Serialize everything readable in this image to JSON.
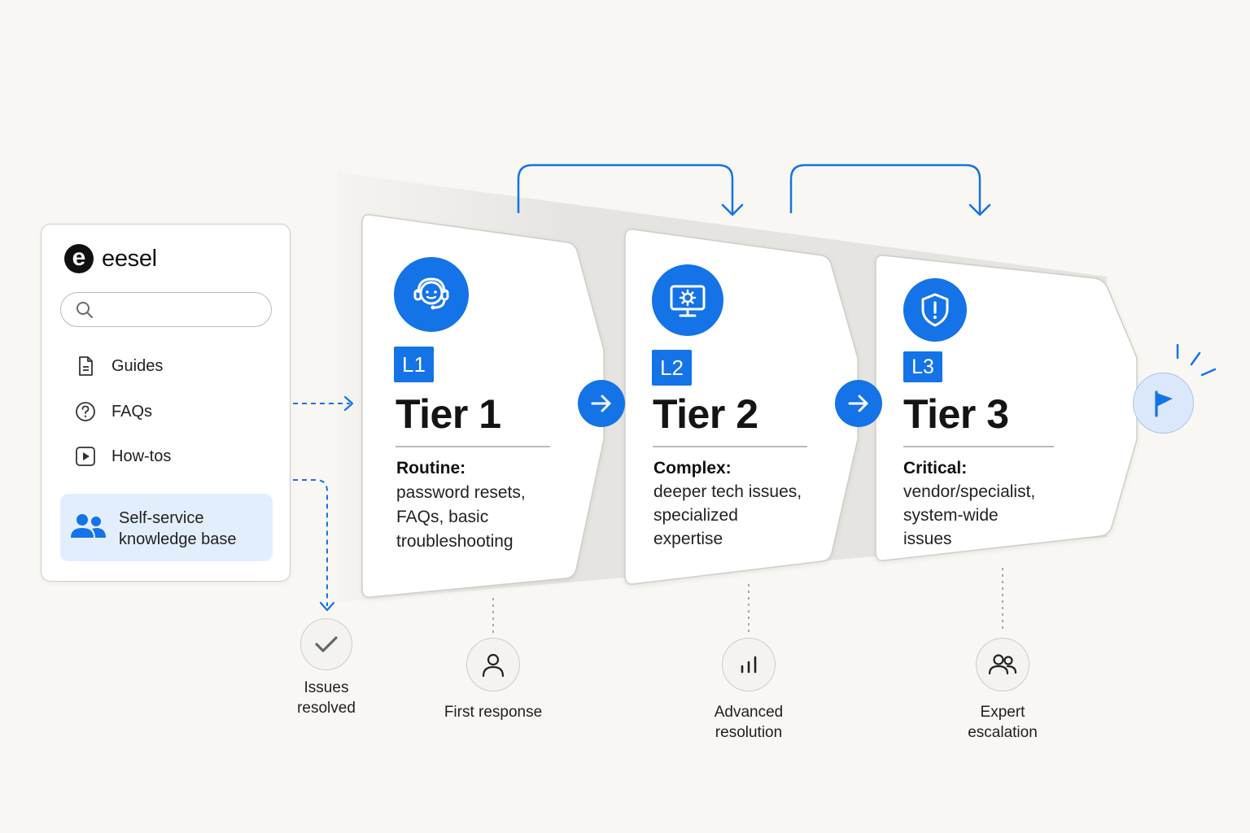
{
  "brand": {
    "name": "eesel",
    "mark": "e"
  },
  "sidebar": {
    "search": {
      "placeholder": ""
    },
    "items": [
      {
        "label": "Guides",
        "icon": "document-icon"
      },
      {
        "label": "FAQs",
        "icon": "question-icon"
      },
      {
        "label": "How-tos",
        "icon": "play-icon"
      }
    ],
    "knowledge_base": {
      "line1": "Self-service",
      "line2": "knowledge base",
      "icon": "users-icon"
    }
  },
  "tiers": [
    {
      "badge": "L1",
      "title": "Tier 1",
      "heading": "Routine:",
      "lines": [
        "password resets,",
        "FAQs, basic",
        "troubleshooting"
      ],
      "icon": "headset-icon"
    },
    {
      "badge": "L2",
      "title": "Tier 2",
      "heading": "Complex:",
      "lines": [
        "deeper tech issues,",
        "specialized",
        "expertise"
      ],
      "icon": "monitor-gear-icon"
    },
    {
      "badge": "L3",
      "title": "Tier 3",
      "heading": "Critical:",
      "lines": [
        "vendor/specialist,",
        "system-wide",
        "issues"
      ],
      "icon": "shield-alert-icon"
    }
  ],
  "outcomes": [
    {
      "lines": [
        "Issues",
        "resolved"
      ],
      "icon": "check-icon"
    },
    {
      "lines": [
        "First response"
      ],
      "icon": "person-icon"
    },
    {
      "lines": [
        "Advanced",
        "resolution"
      ],
      "icon": "bar-chart-icon"
    },
    {
      "lines": [
        "Expert",
        "escalation"
      ],
      "icon": "people-icon"
    }
  ],
  "colors": {
    "accent": "#1473e6",
    "background": "#f9f7f3",
    "kb_highlight": "#e3eefd"
  }
}
